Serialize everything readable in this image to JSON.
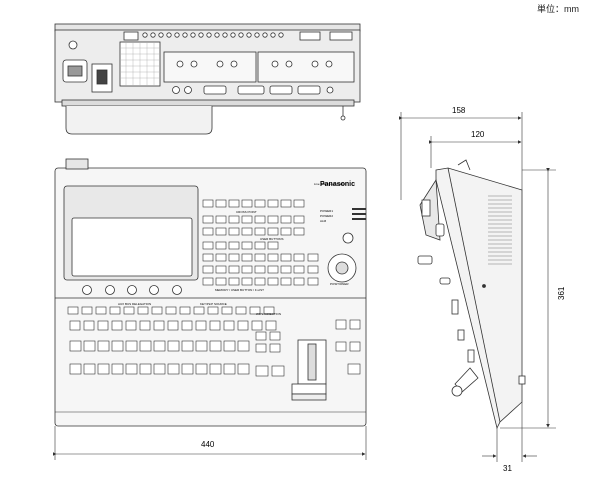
{
  "unit_label": "単位：mm",
  "dimensions": {
    "width_front": "440",
    "depth_top": "158",
    "depth_base": "120",
    "height_side": "361",
    "foot": "31"
  },
  "panel": {
    "brand": "Panasonic",
    "model": "Live Switcher  AV-HS410",
    "power_labels": [
      "POWER1",
      "POWER2",
      "ALM"
    ],
    "section_labels": {
      "crosspoint": "CROSS POINT",
      "user_buttons": "USER BUTTONS",
      "memory": "MEMORY / USER BUTTON / F-LIST",
      "aux_bus": "AUX BUS DELEGATION",
      "keyer_source": "KEY/PinP SOURCE",
      "wipe_direction": "WIPE DIRECTION",
      "positioner": "POSITIONER"
    }
  }
}
